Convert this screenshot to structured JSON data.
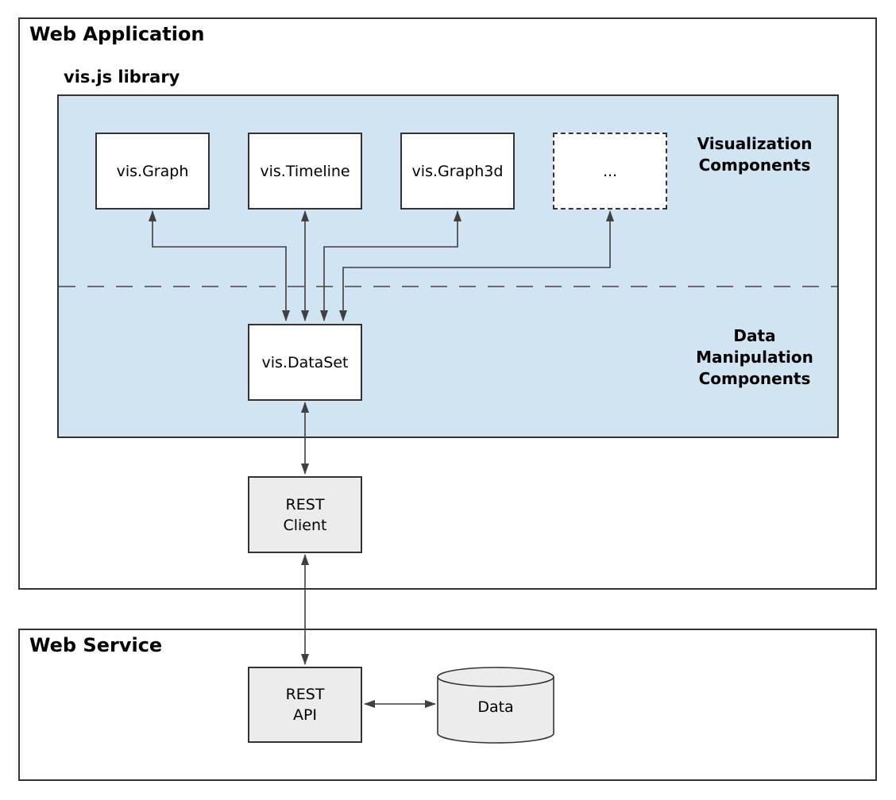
{
  "diagram": {
    "web_application": {
      "title": "Web Application",
      "library": {
        "title": "vis.js library",
        "visualization_components": [
          {
            "label": "vis.Graph",
            "style": "solid"
          },
          {
            "label": "vis.Timeline",
            "style": "solid"
          },
          {
            "label": "vis.Graph3d",
            "style": "solid"
          },
          {
            "label": "...",
            "style": "dashed"
          }
        ],
        "visualization_label_lines": [
          "Visualization",
          "Components"
        ],
        "data_manipulation_label_lines": [
          "Data",
          "Manipulation",
          "Components"
        ],
        "dataset_label": "vis.DataSet"
      },
      "rest_client_lines": [
        "REST",
        "Client"
      ]
    },
    "web_service": {
      "title": "Web Service",
      "rest_api_lines": [
        "REST",
        "API"
      ],
      "data_store_label": "Data"
    },
    "colors": {
      "background": "#ffffff",
      "library_fill": "#d1e4f2",
      "component_fill": "#ffffff",
      "service_fill": "#ececec",
      "border": "#333333",
      "connector": "#404040",
      "text": "#000000"
    }
  }
}
